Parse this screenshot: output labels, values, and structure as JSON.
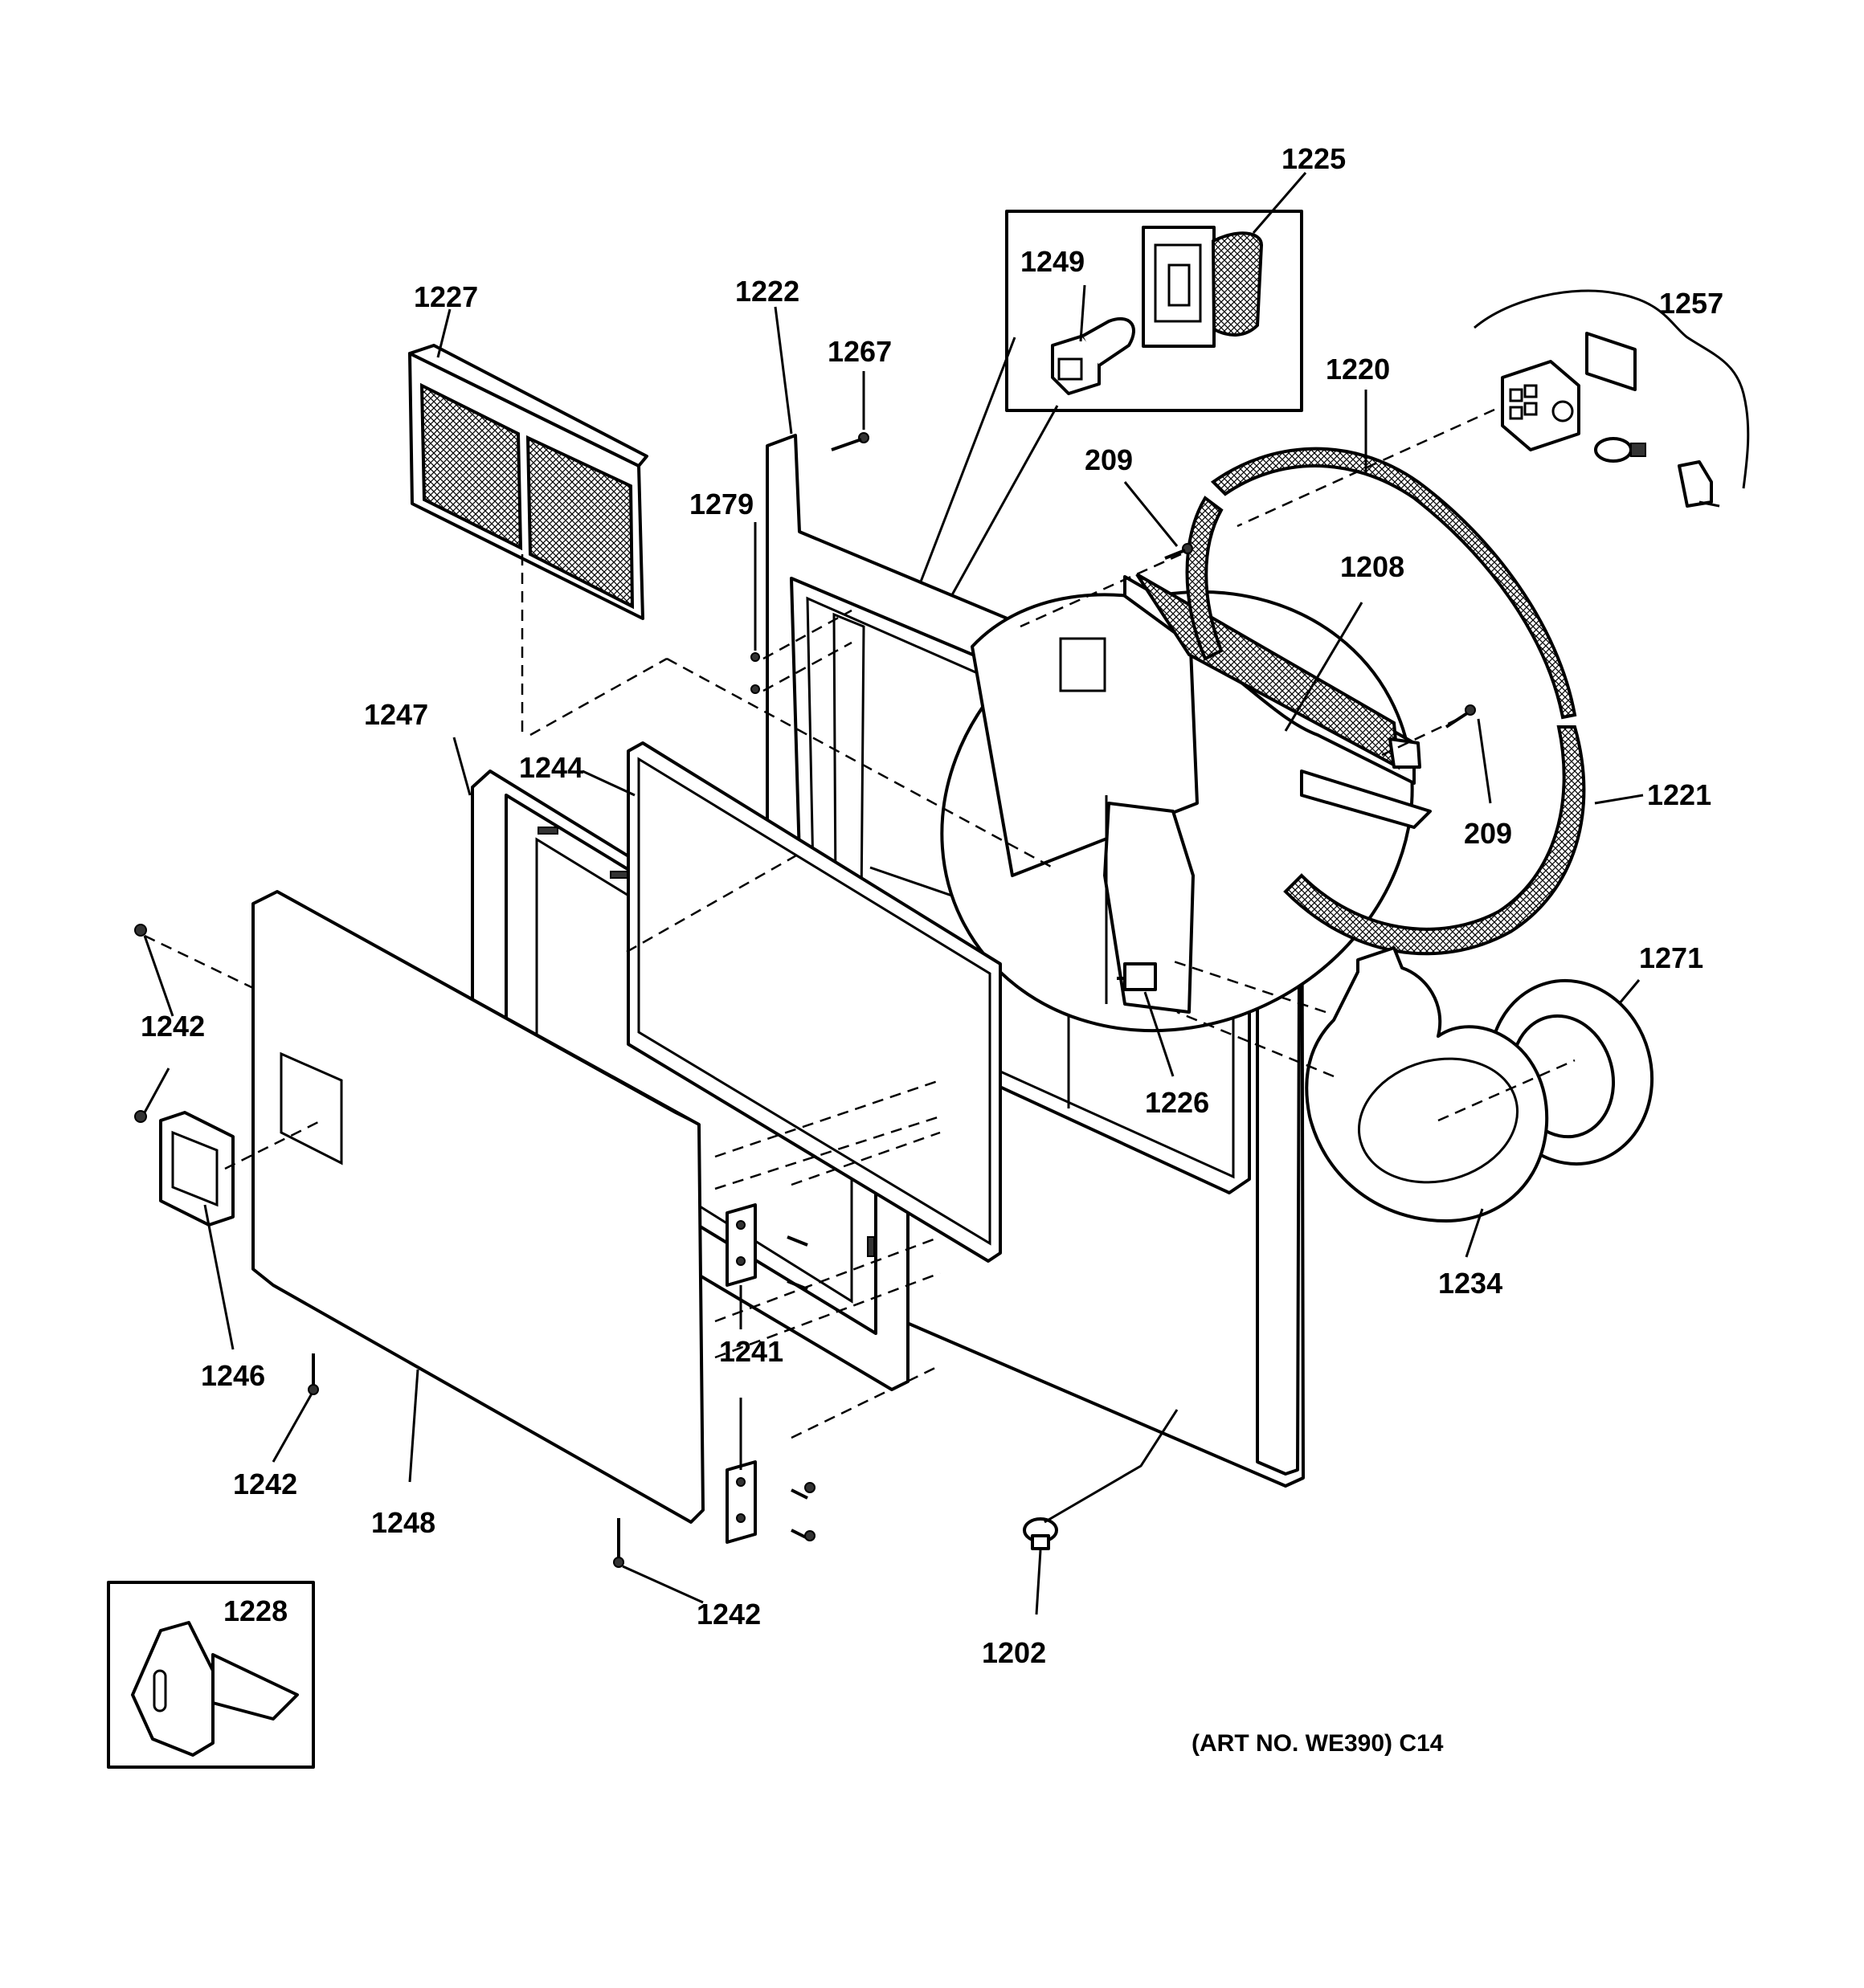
{
  "labels": {
    "l1225": "1225",
    "l1249": "1249",
    "l1227": "1227",
    "l1222": "1222",
    "l1267": "1267",
    "l1257": "1257",
    "l1220": "1220",
    "l209a": "209",
    "l1279": "1279",
    "l1208": "1208",
    "l1247": "1247",
    "l1244": "1244",
    "l1221": "1221",
    "l209b": "209",
    "l1271": "1271",
    "l1242a": "1242",
    "l1226": "1226",
    "l1234": "1234",
    "l1246": "1246",
    "l1241": "1241",
    "l1242b": "1242",
    "l1248": "1248",
    "l1242c": "1242",
    "l1228": "1228",
    "l1202": "1202"
  },
  "art_number": "(ART NO. WE390) C14"
}
